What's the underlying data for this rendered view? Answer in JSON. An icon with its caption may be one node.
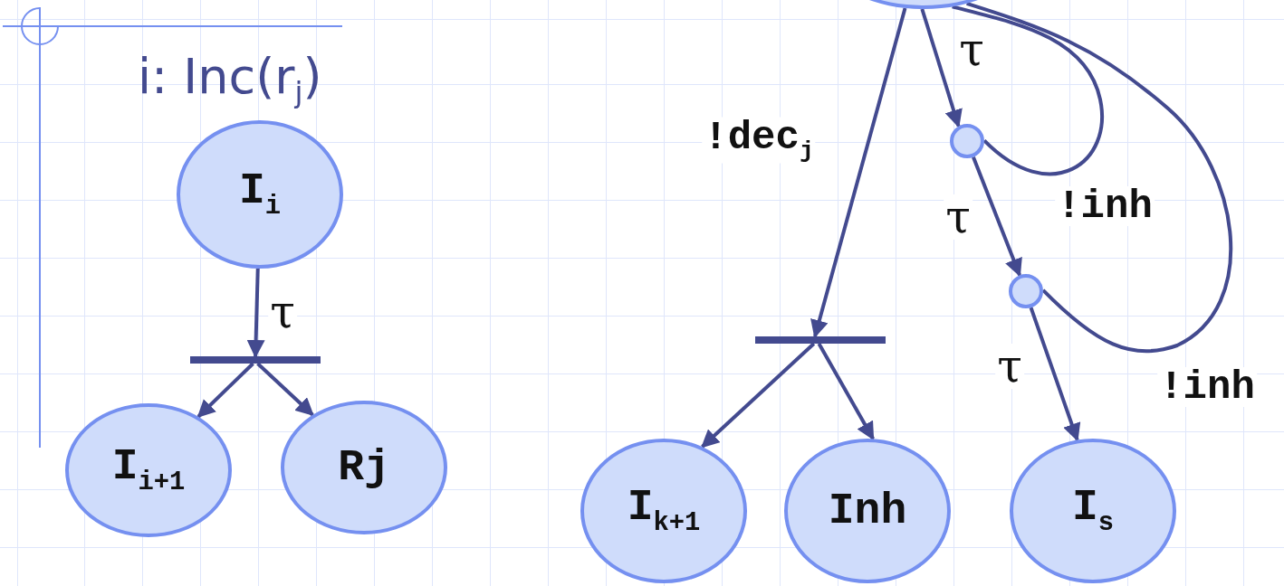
{
  "diagram": {
    "title": "i: Inc(r$_{j}$)",
    "nodes": [
      {
        "text": [
          "I$_{i}$"
        ]
      },
      {
        "text": [],
        "shape": "bar"
      },
      {
        "text": [
          "I$_{i+1}$"
        ]
      },
      {
        "text": [
          "Rj"
        ]
      },
      {
        "text": [],
        "shape": "circle"
      },
      {
        "text": [],
        "shape": "circle"
      },
      {
        "text": [],
        "shape": "circle"
      },
      {
        "text": [],
        "shape": "bar"
      },
      {
        "text": [
          "I$_{k+1}$"
        ]
      },
      {
        "text": [
          "Inh"
        ]
      },
      {
        "text": [
          "I$_{s}$"
        ]
      }
    ],
    "edges": [
      {
        "from": 0,
        "to": 1,
        "arrow": "to",
        "label": "τ"
      },
      {
        "from": 1,
        "to": 2,
        "arrow": "to"
      },
      {
        "from": 1,
        "to": 3,
        "arrow": "to"
      },
      {
        "from": 4,
        "to": 7,
        "arrow": "to",
        "label": "!dec$_{j}$"
      },
      {
        "from": 4,
        "to": 5,
        "arrow": "to",
        "label": "τ"
      },
      {
        "from": 5,
        "to": 4,
        "arrow": "none",
        "label": "!inh"
      },
      {
        "from": 5,
        "to": 6,
        "arrow": "to",
        "label": "τ"
      },
      {
        "from": 6,
        "to": 4,
        "arrow": "none",
        "label": "!inh"
      },
      {
        "from": 6,
        "to": 10,
        "arrow": "to",
        "label": "τ"
      },
      {
        "from": 7,
        "to": 8,
        "arrow": "to"
      },
      {
        "from": 7,
        "to": 9,
        "arrow": "to"
      }
    ]
  }
}
